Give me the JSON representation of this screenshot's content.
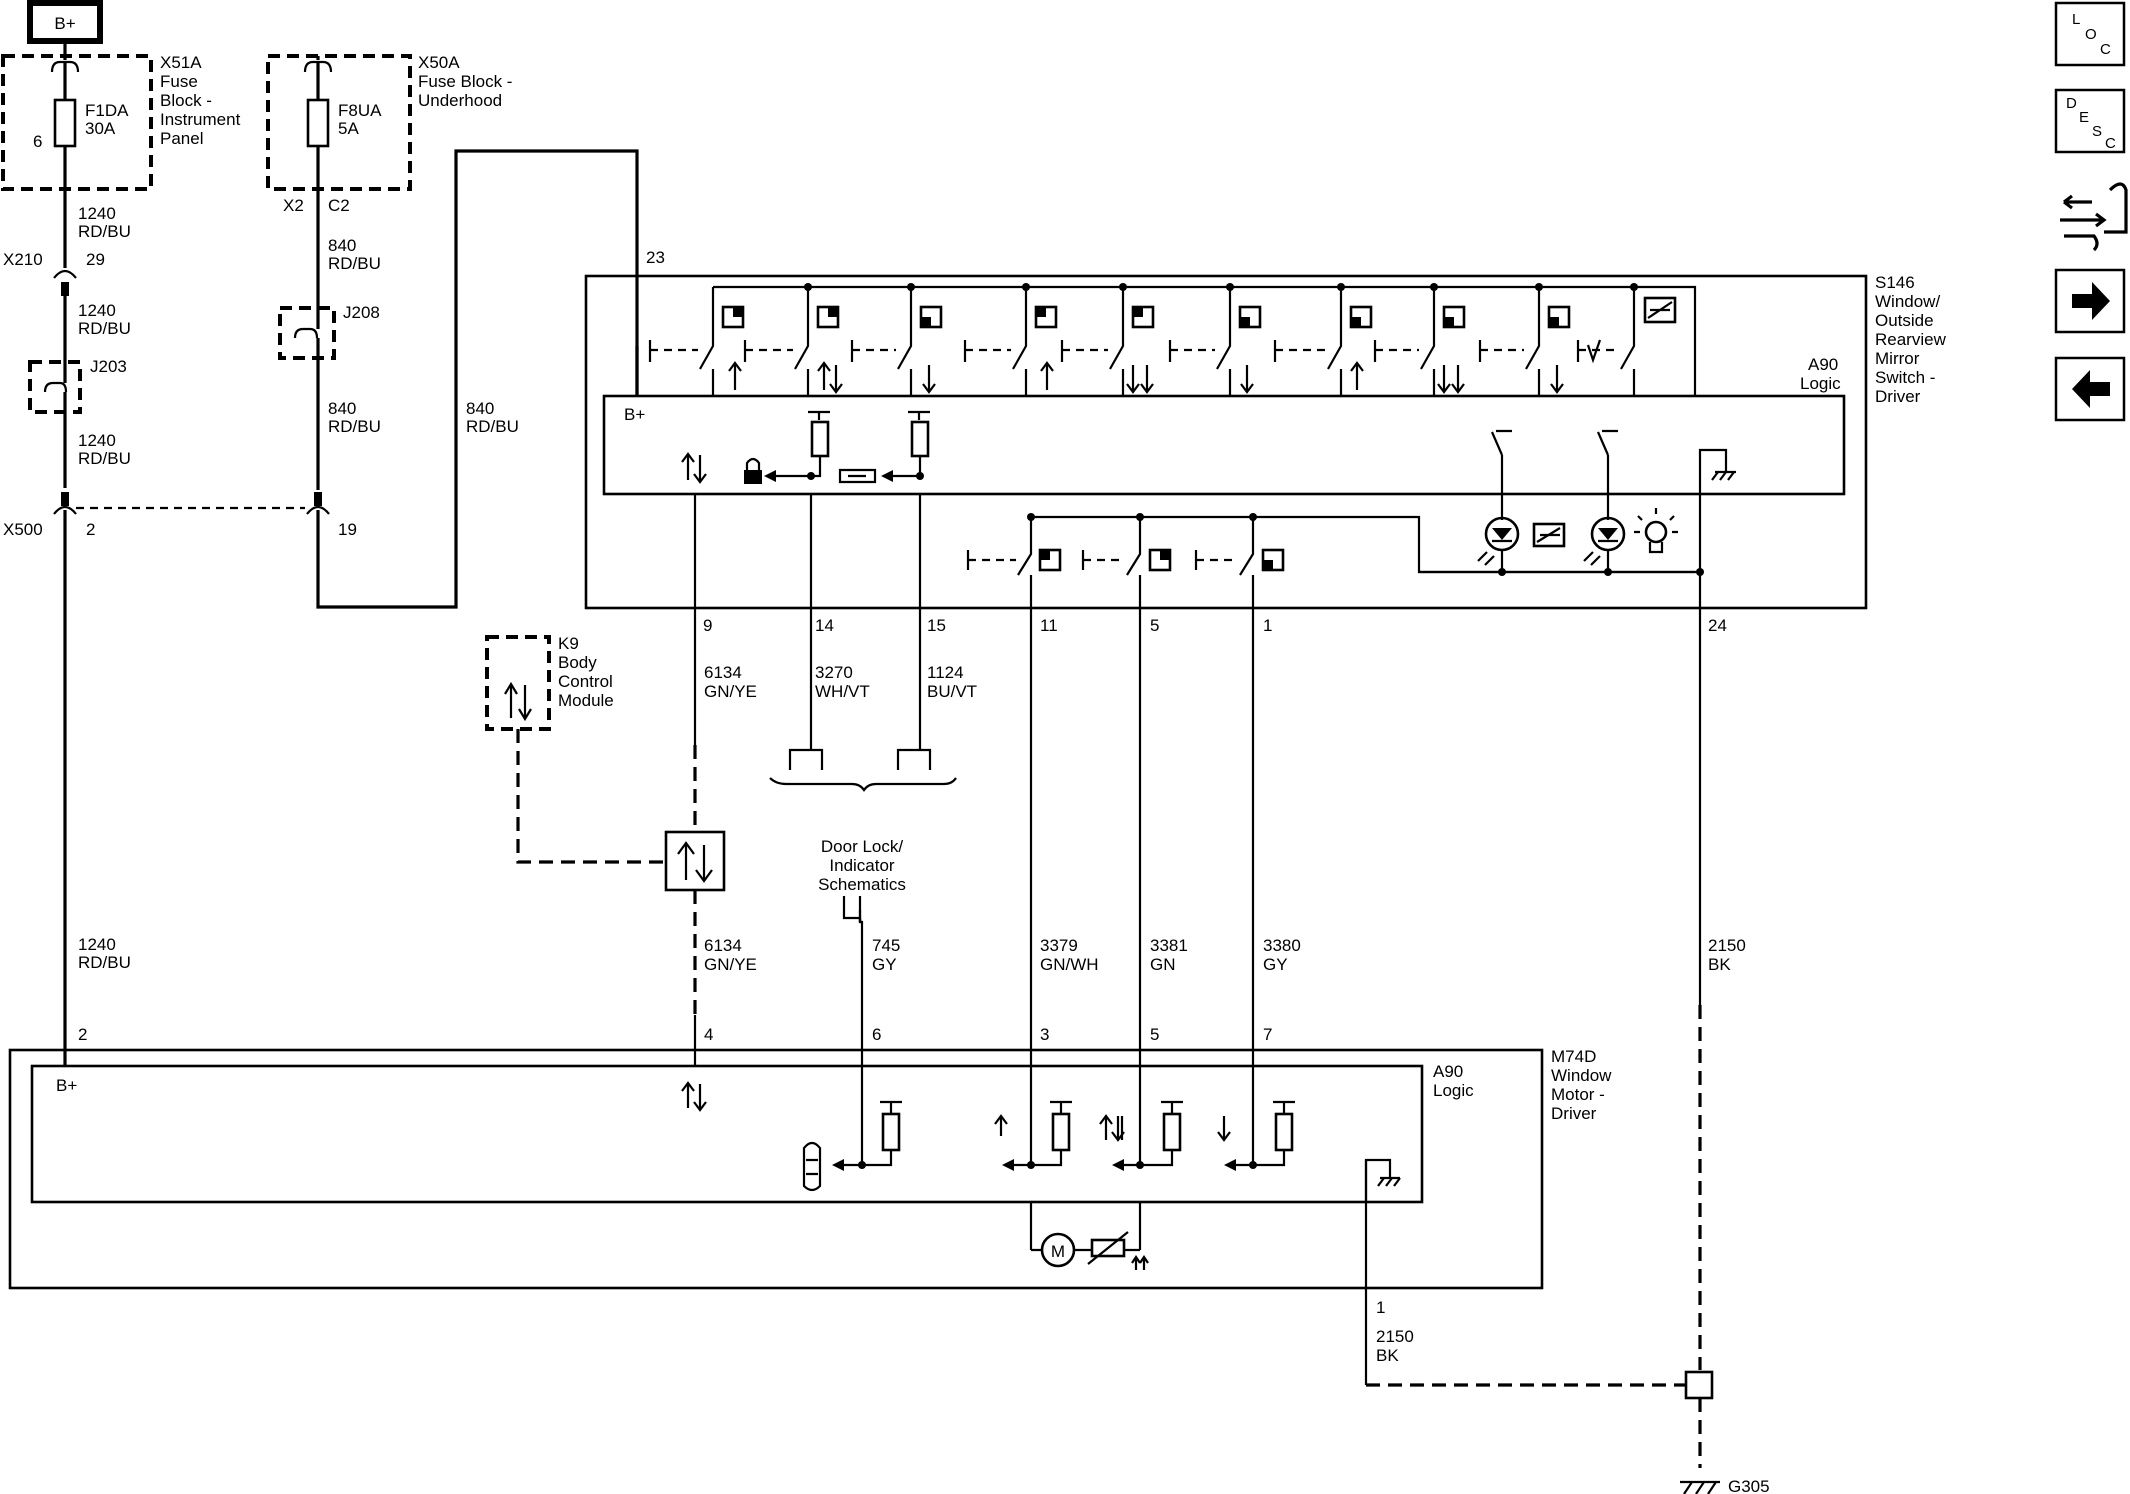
{
  "power": {
    "bplus": "B+"
  },
  "fuses": {
    "x51a": {
      "id": "X51A",
      "desc": [
        "Fuse",
        "Block -",
        "Instrument",
        "Panel"
      ],
      "fuse": "F1DA",
      "rating": "30A",
      "pin": "6"
    },
    "x50a": {
      "id": "X50A",
      "desc": [
        "Fuse Block -",
        "Underhood"
      ],
      "fuse": "F8UA",
      "rating": "5A",
      "conn": "X2",
      "pin": "C2"
    }
  },
  "connectors": {
    "x210": "X210",
    "x210_pin": "29",
    "x500": "X500",
    "x500_pin_a": "2",
    "x500_pin_b": "19",
    "j203": "J203",
    "j208": "J208",
    "pin23": "23",
    "g305": "G305"
  },
  "wires": {
    "w1240_a": [
      "1240",
      "RD/BU"
    ],
    "w1240_b": [
      "1240",
      "RD/BU"
    ],
    "w1240_c": [
      "1240",
      "RD/BU"
    ],
    "w1240_d": [
      "1240",
      "RD/BU"
    ],
    "w840_a": [
      "840",
      "RD/BU"
    ],
    "w840_b": [
      "840",
      "RD/BU"
    ],
    "w840_c": [
      "840",
      "RD/BU"
    ],
    "w6134_a": [
      "6134",
      "GN/YE"
    ],
    "w6134_b": [
      "6134",
      "GN/YE"
    ],
    "w3270": [
      "3270",
      "WH/VT"
    ],
    "w1124": [
      "1124",
      "BU/VT"
    ],
    "w745": [
      "745",
      "GY"
    ],
    "w3379": [
      "3379",
      "GN/WH"
    ],
    "w3381": [
      "3381",
      "GN"
    ],
    "w3380": [
      "3380",
      "GY"
    ],
    "w2150_a": [
      "2150",
      "BK"
    ],
    "w2150_b": [
      "2150",
      "BK"
    ]
  },
  "switch_s146": {
    "id": "S146",
    "desc": [
      "Window/",
      "Outside",
      "Rearview",
      "Mirror",
      "Switch -",
      "Driver"
    ],
    "logic": [
      "A90",
      "Logic"
    ],
    "bplus": "B+",
    "pins": {
      "p9": "9",
      "p14": "14",
      "p15": "15",
      "p11": "11",
      "p5": "5",
      "p1": "1",
      "p24": "24"
    }
  },
  "bcm": {
    "id": "K9",
    "desc": [
      "Body",
      "Control",
      "Module"
    ]
  },
  "door_lock_ref": [
    "Door Lock/",
    "Indicator",
    "Schematics"
  ],
  "motor_m74d": {
    "id": "M74D",
    "desc": [
      "Window",
      "Motor -",
      "Driver"
    ],
    "logic": [
      "A90",
      "Logic"
    ],
    "bplus": "B+",
    "motor_label": "M",
    "pins": {
      "p2": "2",
      "p4": "4",
      "p6": "6",
      "p3": "3",
      "p5": "5",
      "p7": "7",
      "p1": "1"
    }
  },
  "nav": {
    "loc": [
      "L",
      "O",
      "C"
    ],
    "desc": [
      "D",
      "E",
      "S",
      "C"
    ]
  }
}
